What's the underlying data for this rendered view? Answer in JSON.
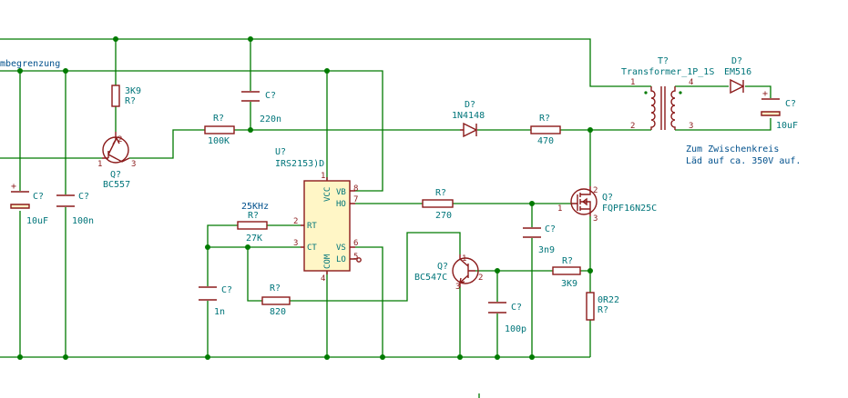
{
  "notes": {
    "partial_label": "mbegrenzung",
    "secondary_1": "Zum Zwischenkreis",
    "secondary_2": "Läd auf ca. 350V auf."
  },
  "ic": {
    "ref": "U?",
    "value": "IRS2153)D",
    "pins": {
      "vcc": "VCC",
      "vb": "VB",
      "ho": "HO",
      "rt": "RT",
      "ct": "CT",
      "vs": "VS",
      "lo": "LO",
      "com": "COM",
      "n1": "1",
      "n2": "2",
      "n3": "3",
      "n4": "4",
      "n5": "5",
      "n6": "6",
      "n7": "7",
      "n8": "8"
    }
  },
  "parts": {
    "r_3k9_top": {
      "ref": "R?",
      "value": "3K9"
    },
    "c_220n": {
      "ref": "C?",
      "value": "220n"
    },
    "r_100k": {
      "ref": "R?",
      "value": "100K"
    },
    "q_bc557": {
      "ref": "Q?",
      "value": "BC557",
      "p1": "1",
      "p2": "2",
      "p3": "3"
    },
    "c_10uf_left": {
      "ref": "C?",
      "value": "10uF",
      "plus": "+"
    },
    "c_100n": {
      "ref": "C?",
      "value": "100n"
    },
    "d_1n4148": {
      "ref": "D?",
      "value": "1N4148"
    },
    "r_470": {
      "ref": "R?",
      "value": "470"
    },
    "transformer": {
      "ref": "T?",
      "value": "Transformer_1P_1S",
      "p1": "1",
      "p2": "2",
      "p3": "3",
      "p4": "4"
    },
    "d_em516": {
      "ref": "D?",
      "value": "EM516"
    },
    "c_10uf_right": {
      "ref": "C?",
      "value": "10uF",
      "plus": "+"
    },
    "r_270": {
      "ref": "R?",
      "value": "270"
    },
    "r_27k": {
      "ref": "R?",
      "value": "27K",
      "note": "25KHz"
    },
    "c_1n": {
      "ref": "C?",
      "value": "1n"
    },
    "r_820": {
      "ref": "R?",
      "value": "820"
    },
    "q_bc547": {
      "ref": "Q?",
      "value": "BC547C",
      "p1": "1",
      "p2": "2",
      "p3": "3"
    },
    "c_100p": {
      "ref": "C?",
      "value": "100p"
    },
    "c_3n9": {
      "ref": "C?",
      "value": "3n9"
    },
    "r_3k9_bottom": {
      "ref": "R?",
      "value": "3K9"
    },
    "q_fqpf": {
      "ref": "Q?",
      "value": "FQPF16N25C",
      "p1": "1",
      "p2": "2",
      "p3": "3"
    },
    "r_0r22": {
      "ref": "R?",
      "value": "0R22"
    }
  }
}
